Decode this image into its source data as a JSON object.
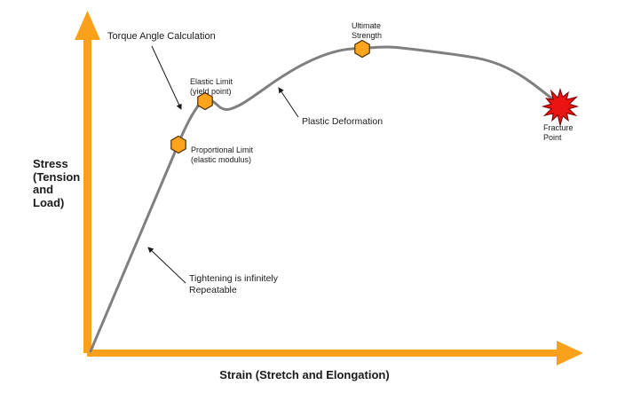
{
  "axes": {
    "y_label": "Stress\n(Tension\nand\nLoad)",
    "x_label": "Strain (Stretch and Elongation)"
  },
  "annotations": {
    "torque_angle": "Torque Angle Calculation",
    "plastic_deformation": "Plastic Deformation",
    "tightening": "Tightening is infinitely\nRepeatable"
  },
  "markers": {
    "proportional_limit": {
      "label": "Proportional Limit\n(elastic modulus)"
    },
    "elastic_limit": {
      "label": "Elastic Limit\n(yield point)"
    },
    "ultimate_strength": {
      "label": "Ultimate\nStrength"
    },
    "fracture_point": {
      "label": "Fracture\nPoint"
    }
  },
  "colors": {
    "axis": "#F9A11B",
    "marker_fill": "#FFA41C",
    "marker_stroke": "#4a3000",
    "curve": "#7F7F7F",
    "fracture_fill": "#EC1313",
    "fracture_stroke": "#8B0000",
    "annotation_line": "#1a1a1a"
  },
  "chart_data": {
    "type": "line",
    "title": "",
    "xlabel": "Strain (Stretch and Elongation)",
    "ylabel": "Stress (Tension and Load)",
    "axes_numeric": false,
    "grid": false,
    "series": [
      {
        "name": "stress-strain curve",
        "points_norm_xy": [
          [
            0.0,
            0.0
          ],
          [
            0.18,
            0.68
          ],
          [
            0.235,
            0.82
          ],
          [
            0.27,
            0.79
          ],
          [
            0.36,
            0.9
          ],
          [
            0.553,
            0.99
          ],
          [
            0.61,
            1.0
          ],
          [
            0.72,
            0.975
          ],
          [
            0.83,
            0.94
          ],
          [
            0.9,
            0.87
          ],
          [
            0.953,
            0.8
          ]
        ]
      }
    ],
    "key_points": [
      {
        "name": "Proportional Limit (elastic modulus)",
        "x_norm": 0.18,
        "y_norm": 0.68,
        "marker": "orange-hexagon"
      },
      {
        "name": "Elastic Limit (yield point)",
        "x_norm": 0.235,
        "y_norm": 0.82,
        "marker": "orange-hexagon"
      },
      {
        "name": "Ultimate Strength",
        "x_norm": 0.553,
        "y_norm": 0.99,
        "marker": "orange-hexagon"
      },
      {
        "name": "Fracture Point",
        "x_norm": 0.953,
        "y_norm": 0.8,
        "marker": "red-starburst"
      }
    ],
    "annotations": [
      "Torque Angle Calculation",
      "Plastic Deformation",
      "Tightening is infinitely Repeatable"
    ]
  }
}
